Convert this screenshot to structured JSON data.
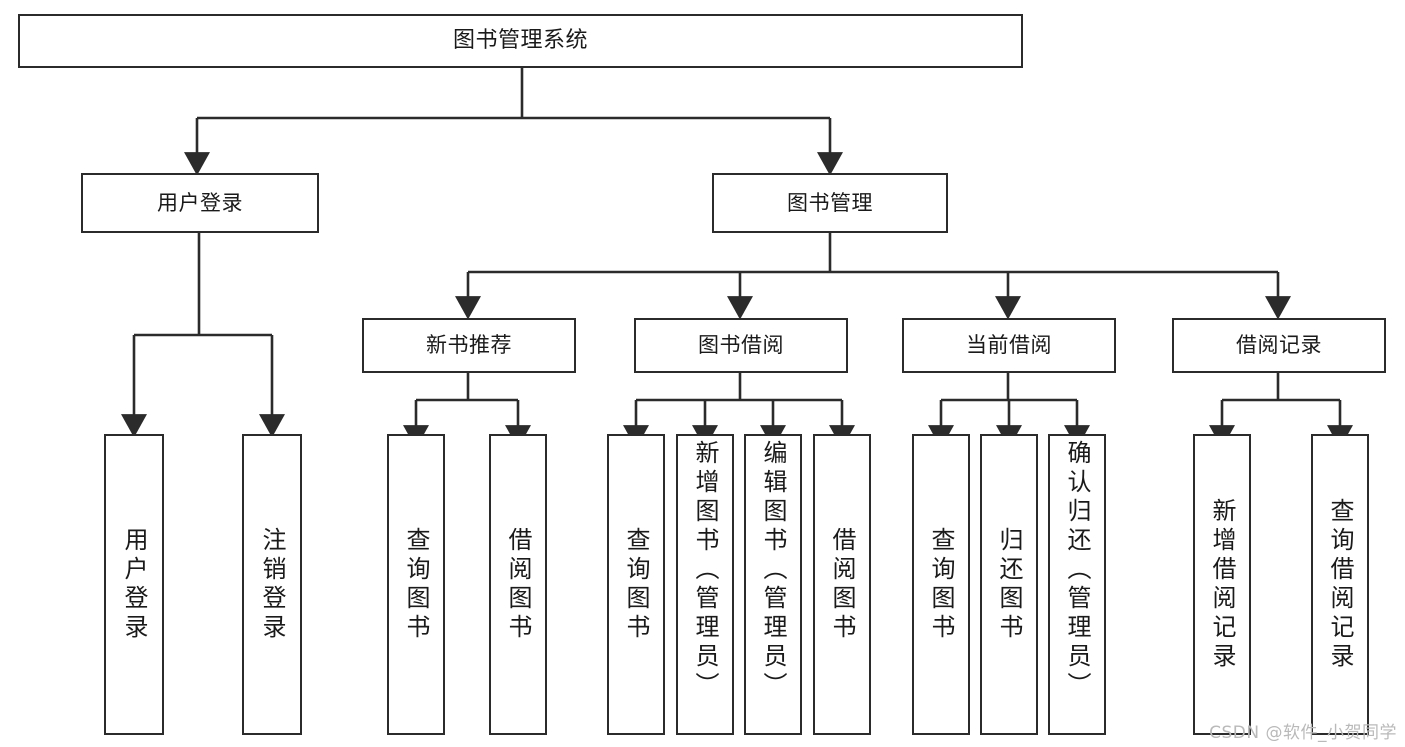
{
  "diagram": {
    "title": "图书管理系统",
    "type": "tree-hierarchy-diagram",
    "colors": {
      "box_border": "#2b2b2b",
      "box_fill": "#ffffff",
      "connector": "#2b2b2b",
      "text": "#1a1a1a",
      "watermark": "#b9b9b9",
      "background": "#ffffff"
    },
    "root": {
      "label": "图书管理系统"
    },
    "level2": [
      {
        "id": "user-login",
        "label": "用户登录"
      },
      {
        "id": "book-management",
        "label": "图书管理"
      }
    ],
    "level3": [
      {
        "id": "new-book-recommend",
        "label": "新书推荐"
      },
      {
        "id": "book-borrow",
        "label": "图书借阅"
      },
      {
        "id": "current-borrow",
        "label": "当前借阅"
      },
      {
        "id": "borrow-record",
        "label": "借阅记录"
      }
    ],
    "leaves": [
      {
        "id": "leaf-user-login",
        "label": "用户登录",
        "parent": "user-login"
      },
      {
        "id": "leaf-logout-login",
        "label": "注销登录",
        "parent": "user-login"
      },
      {
        "id": "leaf-query-book-1",
        "label": "查询图书",
        "parent": "new-book-recommend"
      },
      {
        "id": "leaf-borrow-book-1",
        "label": "借阅图书",
        "parent": "new-book-recommend"
      },
      {
        "id": "leaf-query-book-2",
        "label": "查询图书",
        "parent": "book-borrow"
      },
      {
        "id": "leaf-add-book",
        "label": "新增图书（管理员）",
        "parent": "book-borrow"
      },
      {
        "id": "leaf-edit-book",
        "label": "编辑图书（管理员）",
        "parent": "book-borrow"
      },
      {
        "id": "leaf-borrow-book-2",
        "label": "借阅图书",
        "parent": "book-borrow"
      },
      {
        "id": "leaf-query-book-3",
        "label": "查询图书",
        "parent": "current-borrow"
      },
      {
        "id": "leaf-return-book",
        "label": "归还图书",
        "parent": "current-borrow"
      },
      {
        "id": "leaf-confirm-return",
        "label": "确认归还（管理员）",
        "parent": "current-borrow"
      },
      {
        "id": "leaf-add-record",
        "label": "新增借阅记录",
        "parent": "borrow-record"
      },
      {
        "id": "leaf-query-record",
        "label": "查询借阅记录",
        "parent": "borrow-record"
      }
    ],
    "watermark": "CSDN @软件_小贺同学"
  }
}
